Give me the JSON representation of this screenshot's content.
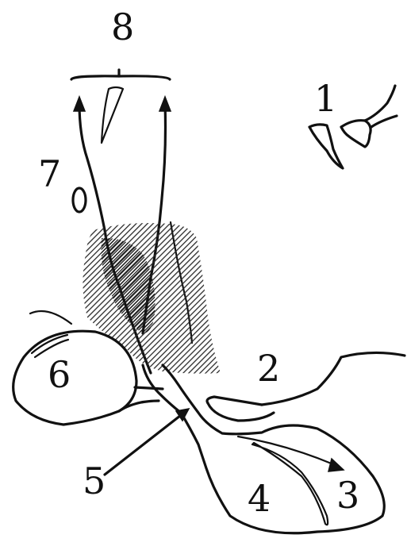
{
  "figure": {
    "labels": {
      "l1": "1",
      "l2": "2",
      "l3": "3",
      "l4": "4",
      "l5": "5",
      "l6": "6",
      "l7": "7",
      "l8": "8"
    },
    "colors": {
      "ink": "#111111",
      "paper": "#ffffff",
      "hatch": "#2a2a2a"
    }
  }
}
